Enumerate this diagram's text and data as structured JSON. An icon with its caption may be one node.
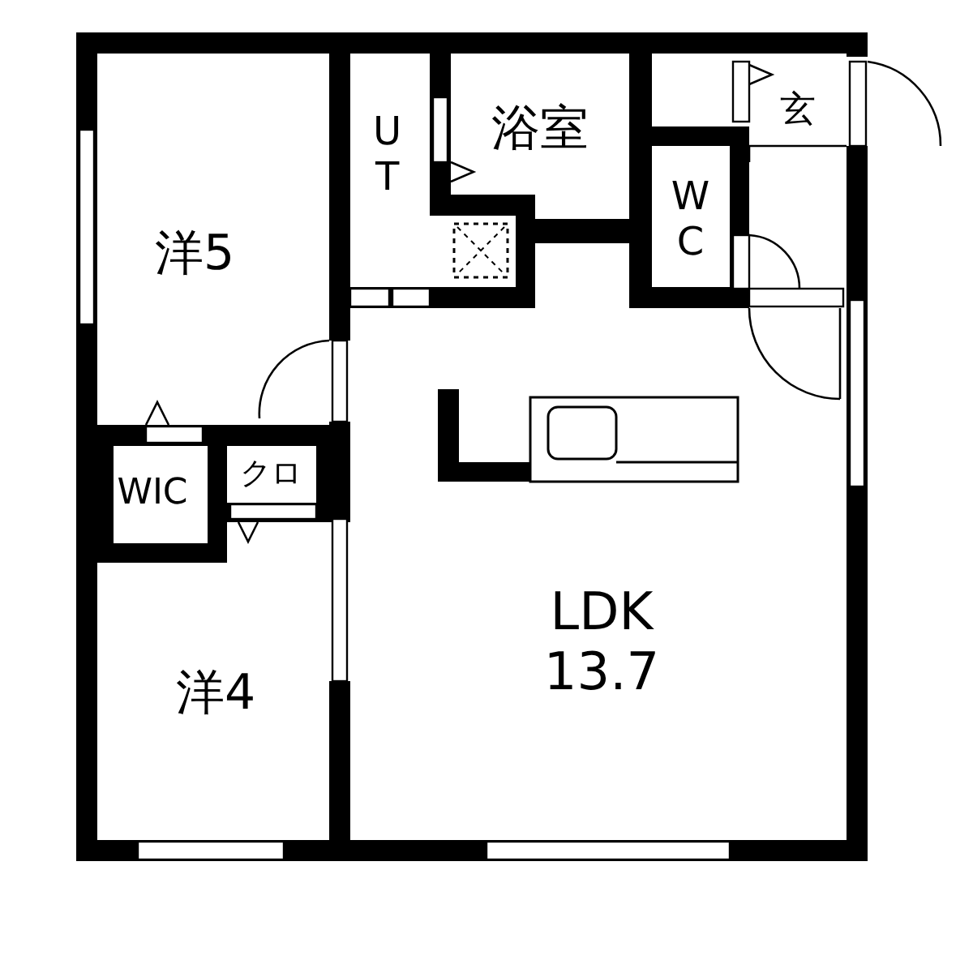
{
  "diagram": {
    "nodes": [
      {
        "text": [
          "洋5"
        ]
      },
      {
        "text": [
          "UT"
        ]
      },
      {
        "text": [
          "浴室"
        ]
      },
      {
        "text": [
          "玄"
        ]
      },
      {
        "text": [
          "WC"
        ]
      },
      {
        "text": [
          "WIC"
        ]
      },
      {
        "text": [
          "クロ"
        ]
      },
      {
        "text": [
          "LDK",
          "13.7"
        ]
      },
      {
        "text": [
          "洋4"
        ]
      }
    ]
  }
}
